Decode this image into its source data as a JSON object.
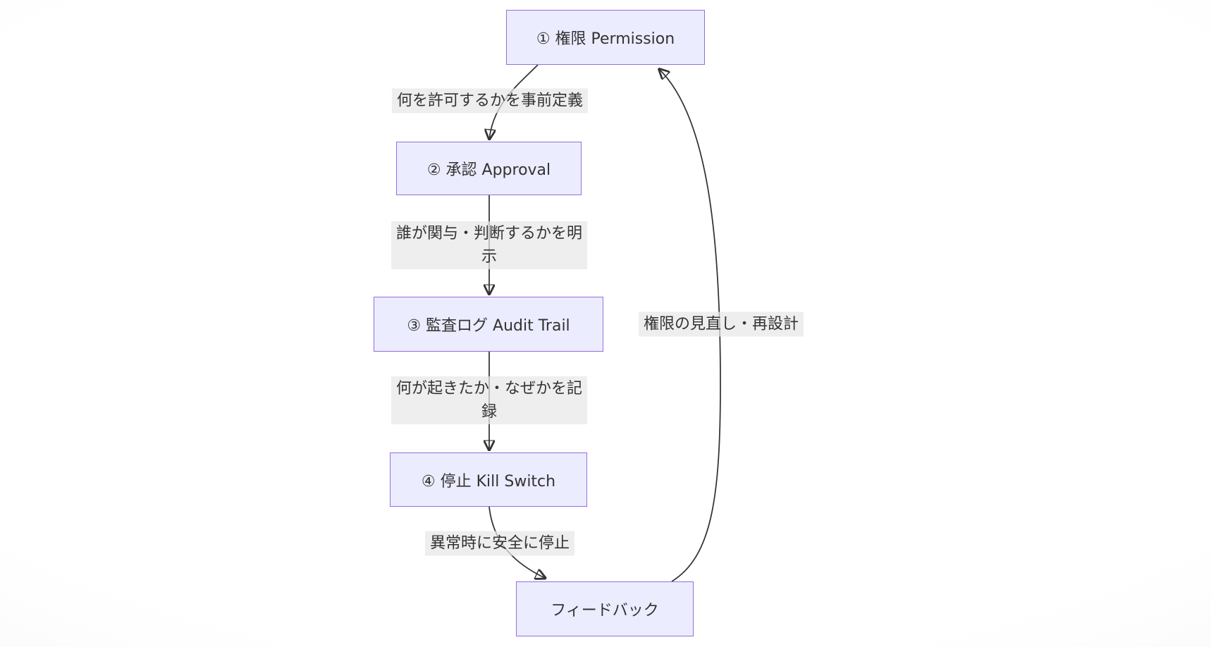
{
  "diagram": {
    "type": "flowchart",
    "direction": "top-down-with-feedback-loop",
    "nodes": [
      {
        "id": "permission",
        "label": "① 権限 Permission"
      },
      {
        "id": "approval",
        "label": "② 承認 Approval"
      },
      {
        "id": "audit",
        "label": "③ 監査ログ Audit Trail"
      },
      {
        "id": "kill",
        "label": "④ 停止 Kill Switch"
      },
      {
        "id": "feedback",
        "label": "フィードバック"
      }
    ],
    "edges": [
      {
        "from": "permission",
        "to": "approval",
        "label": "何を許可するかを事前定義"
      },
      {
        "from": "approval",
        "to": "audit",
        "label": "誰が関与・判断するかを明示"
      },
      {
        "from": "audit",
        "to": "kill",
        "label": "何が起きたか・なぜかを記録"
      },
      {
        "from": "kill",
        "to": "feedback",
        "label": "異常時に安全に停止"
      },
      {
        "from": "feedback",
        "to": "permission",
        "label": "権限の見直し・再設計"
      }
    ],
    "colors": {
      "node_fill": "#ECECFF",
      "node_border": "#9370DB",
      "edge_label_background": "#E8E8E8",
      "text": "#333333",
      "connector": "#333333",
      "page_background": "#FFFFFF"
    }
  }
}
